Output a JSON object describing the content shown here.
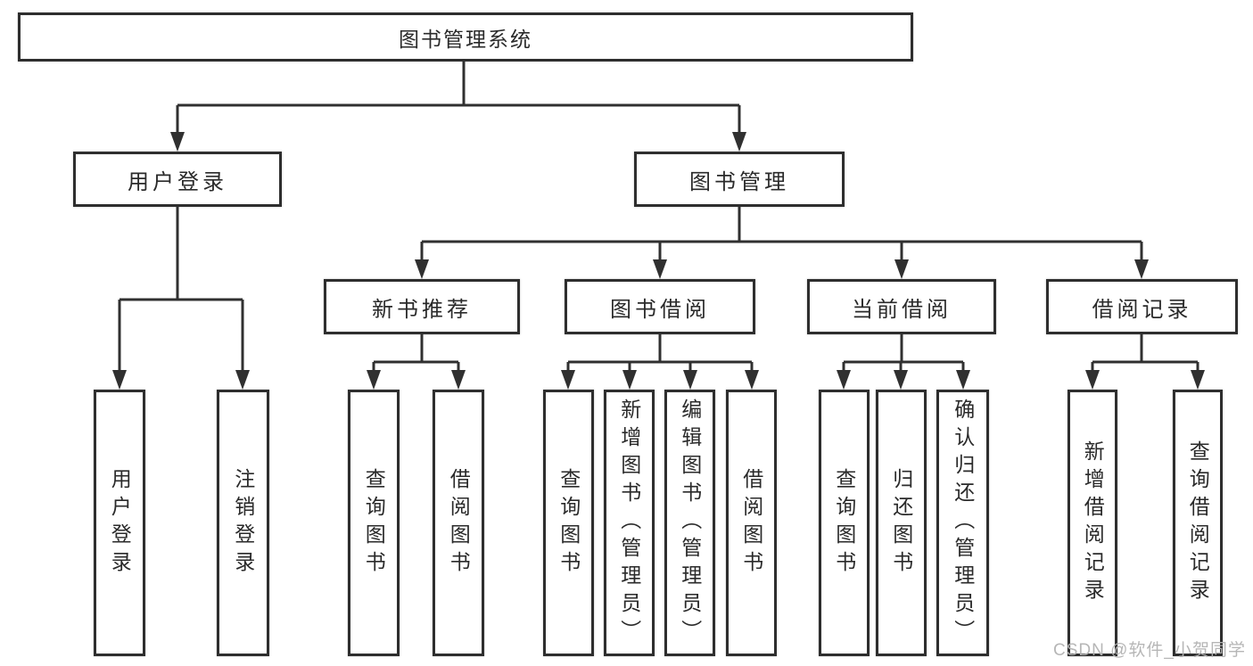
{
  "tree": {
    "label": "图书管理系统",
    "children": [
      {
        "label": "用户登录",
        "children": [
          {
            "label": "用户登录"
          },
          {
            "label": "注销登录"
          }
        ]
      },
      {
        "label": "图书管理",
        "children": [
          {
            "label": "新书推荐",
            "children": [
              {
                "label": "查询图书"
              },
              {
                "label": "借阅图书"
              }
            ]
          },
          {
            "label": "图书借阅",
            "children": [
              {
                "label": "查询图书"
              },
              {
                "label": "新增图书（管理员）"
              },
              {
                "label": "编辑图书（管理员）"
              },
              {
                "label": "借阅图书"
              }
            ]
          },
          {
            "label": "当前借阅",
            "children": [
              {
                "label": "查询图书"
              },
              {
                "label": "归还图书"
              },
              {
                "label": "确认归还（管理员）"
              }
            ]
          },
          {
            "label": "借阅记录",
            "children": [
              {
                "label": "新增借阅记录"
              },
              {
                "label": "查询借阅记录"
              }
            ]
          }
        ]
      }
    ]
  },
  "watermark": {
    "text": "CSDN @软件_小贺同学"
  },
  "colors": {
    "line": "#303030",
    "box_border": "#2e2e2e",
    "text": "#2a2a2a",
    "watermark": "#b3b3b3",
    "background": "#ffffff"
  }
}
